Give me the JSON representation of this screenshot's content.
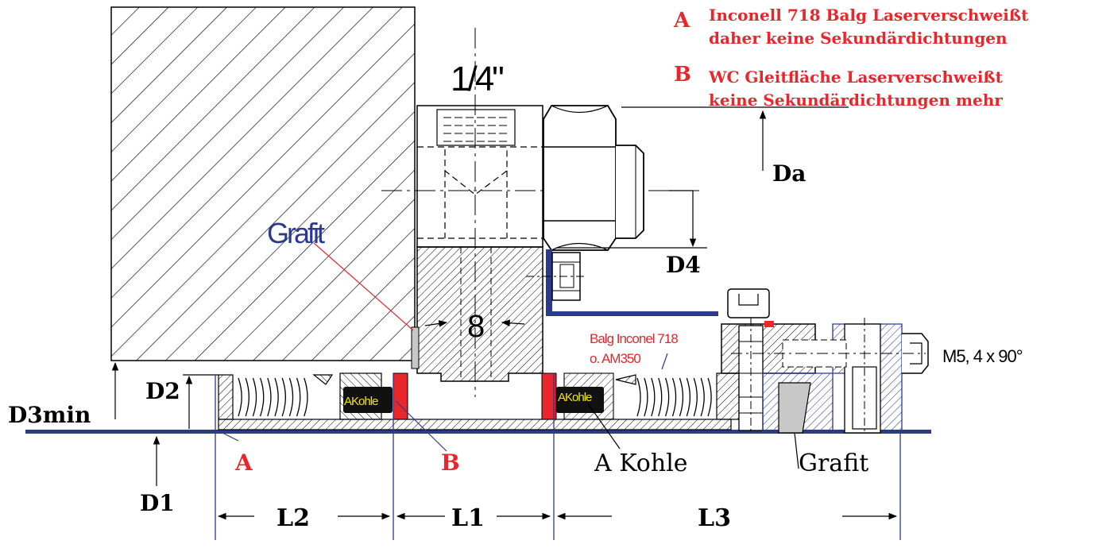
{
  "colors": {
    "line": "#000000",
    "accent_red": "#e8262b",
    "accent_blue": "#2b3a8f",
    "carbon_ring": "#111111",
    "carbon_text": "#f2e600",
    "grafit_fill": "#c8c8c8"
  },
  "notes": {
    "a_letter": "A",
    "a_line1": "Inconell 718 Balg Laserverschweißt",
    "a_line2": "daher keine Sekundärdichtungen",
    "b_letter": "B",
    "b_line1": "WC Gleitfläche Laserverschweißt",
    "b_line2": "keine Sekundärdichtungen mehr"
  },
  "labels": {
    "pipe_size": "1/4\"",
    "da": "Da",
    "d4": "D4",
    "d2": "D2",
    "d3min": "D3min",
    "d1": "D1",
    "l1": "L1",
    "l2": "L2",
    "l3": "L3",
    "grafit_top": "Grafit",
    "grafit_bottom": "Grafit",
    "bore_size": "8",
    "balg_line1": "Balg Inconel 718",
    "balg_line2": "o. AM350",
    "screw_spec": "M5, 4 x 90°",
    "a_kohle": "A Kohle",
    "akohle_left": "AKohle",
    "akohle_right": "AKohle",
    "marker_a": "A",
    "marker_b": "B"
  }
}
